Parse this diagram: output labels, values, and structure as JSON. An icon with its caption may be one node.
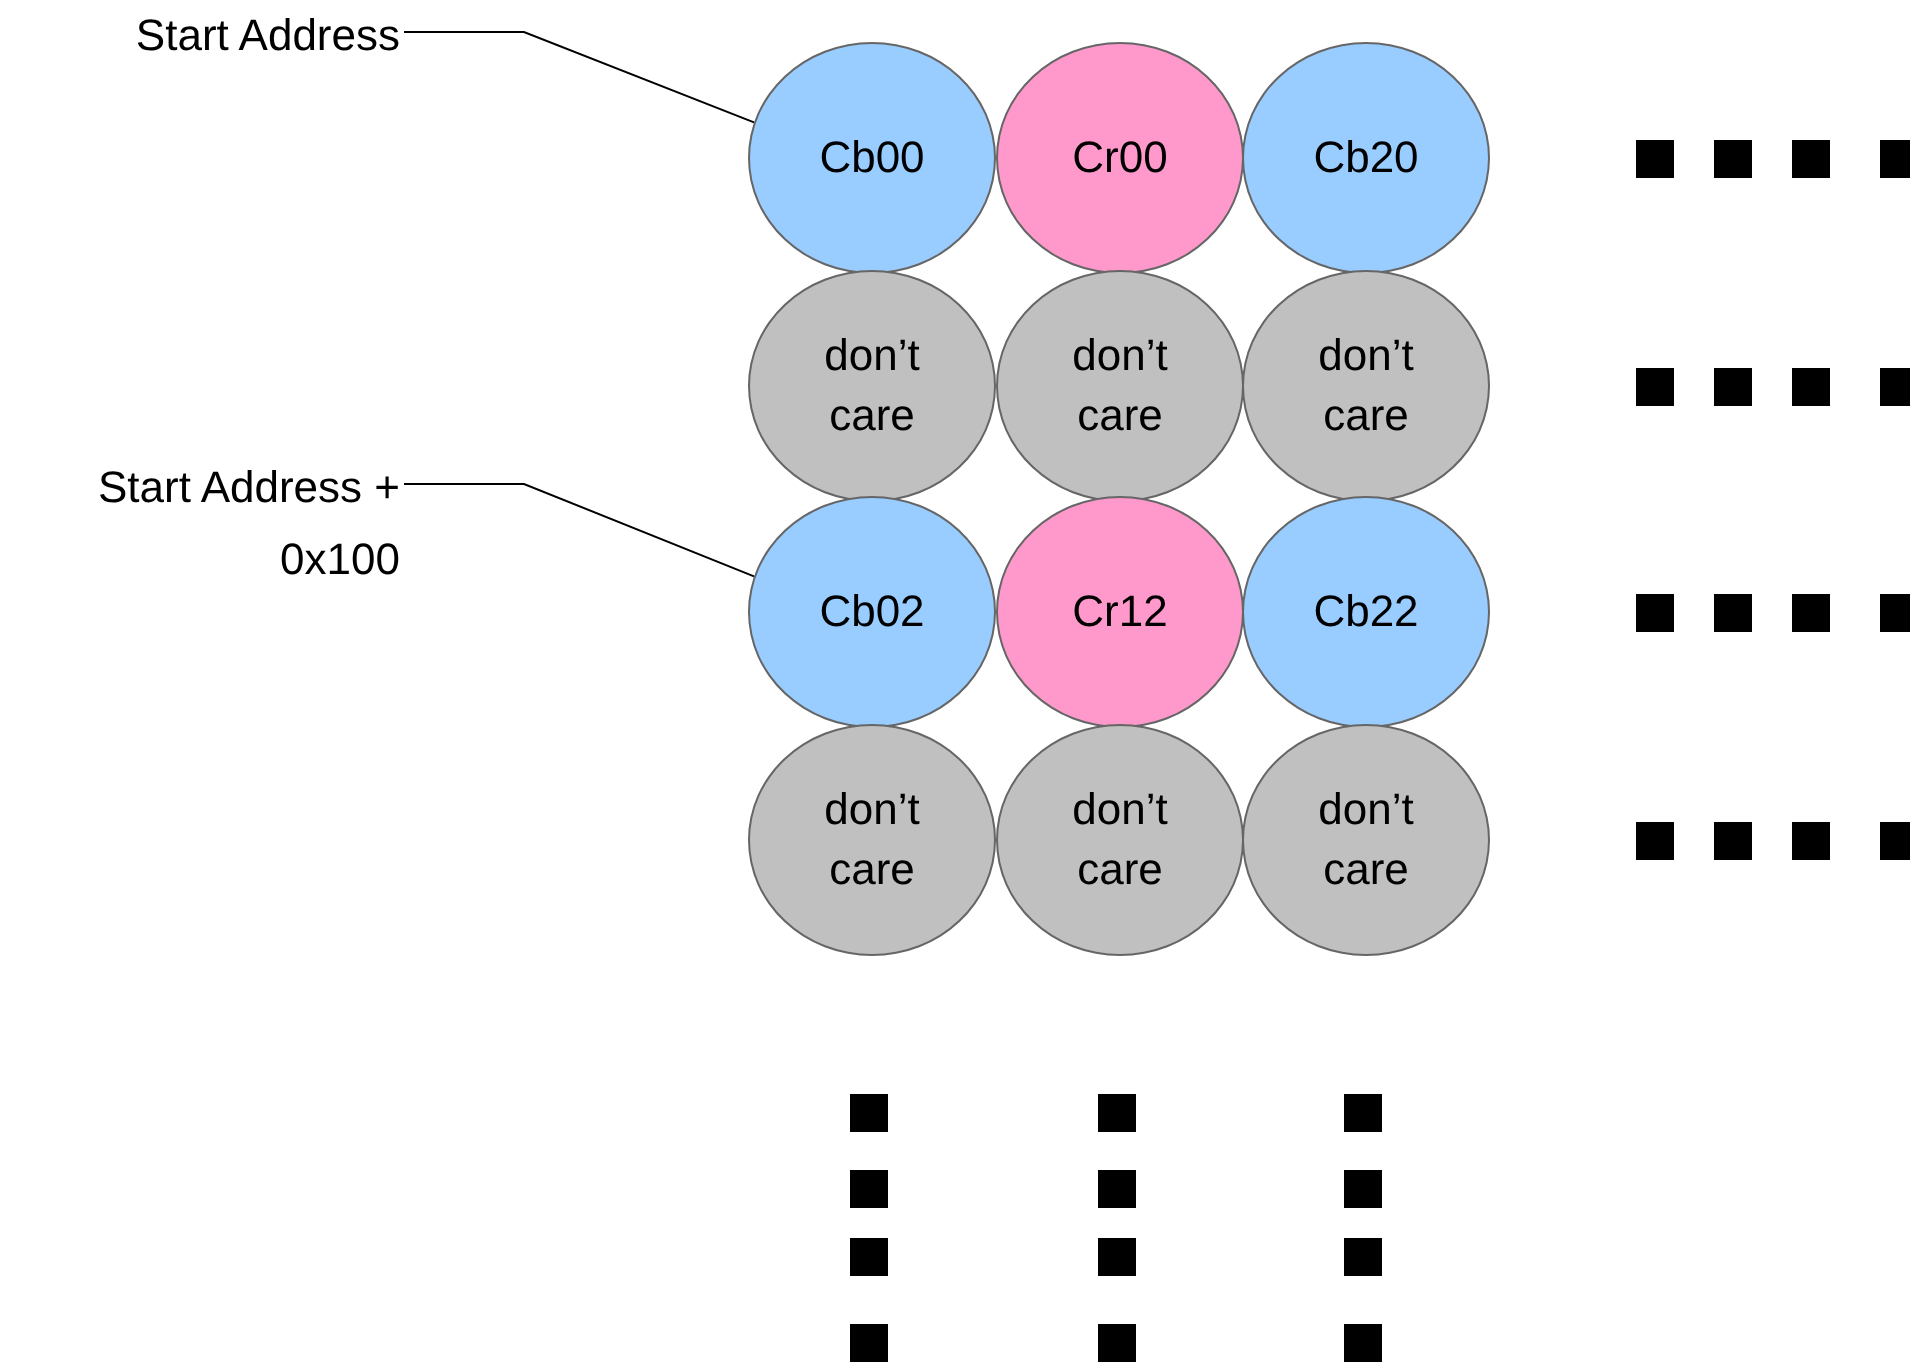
{
  "diagram": {
    "nodes": [
      {
        "text": [
          "Start Address"
        ]
      },
      {
        "text": [
          "Start Address + 0x100"
        ]
      },
      {
        "text": [
          "Cb00"
        ]
      },
      {
        "text": [
          "Cr00"
        ]
      },
      {
        "text": [
          "Cb20"
        ]
      },
      {
        "text": [
          "don’t care"
        ]
      },
      {
        "text": [
          "don’t care"
        ]
      },
      {
        "text": [
          "don’t care"
        ]
      },
      {
        "text": [
          "Cb02"
        ]
      },
      {
        "text": [
          "Cr12"
        ]
      },
      {
        "text": [
          "Cb22"
        ]
      },
      {
        "text": [
          "don’t care"
        ]
      },
      {
        "text": [
          "don’t care"
        ]
      },
      {
        "text": [
          "don’t care"
        ]
      }
    ],
    "edges": [
      {
        "from": 0,
        "to": 2,
        "arrow": "none"
      },
      {
        "from": 1,
        "to": 8,
        "arrow": "none"
      }
    ]
  }
}
